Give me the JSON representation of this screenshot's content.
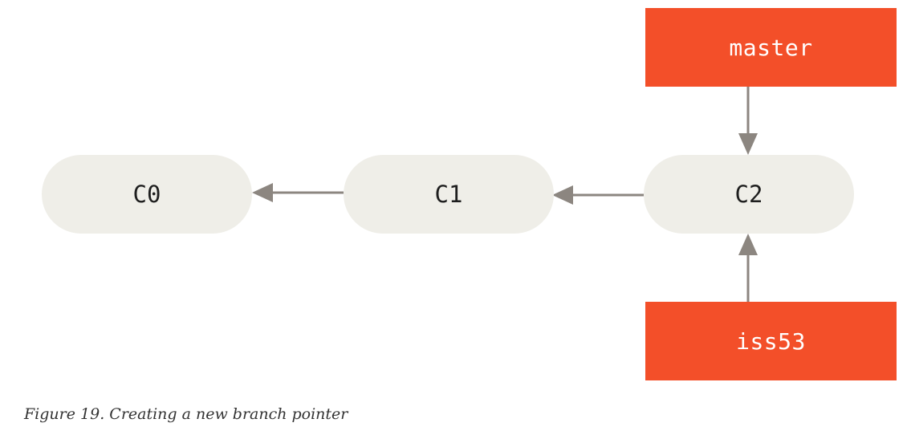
{
  "commits": [
    {
      "id": "C0"
    },
    {
      "id": "C1"
    },
    {
      "id": "C2"
    }
  ],
  "branches": {
    "master": "master",
    "iss53": "iss53"
  },
  "caption": "Figure 19. Creating a new branch pointer",
  "colors": {
    "commit_fill": "#efeee8",
    "branch_fill": "#f34f29",
    "arrow": "#8c8680"
  }
}
